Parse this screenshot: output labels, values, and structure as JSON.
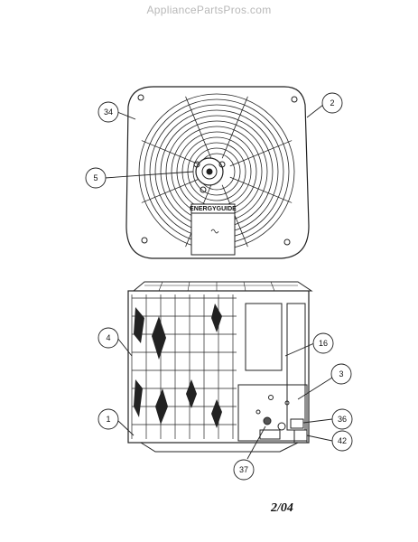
{
  "header": {
    "site": "AppliancePartsPros.com"
  },
  "date_code": "2/04",
  "fan_guard_label": "ENERGYGUIDE",
  "callouts": [
    {
      "id": "34"
    },
    {
      "id": "2"
    },
    {
      "id": "5"
    },
    {
      "id": "4"
    },
    {
      "id": "16"
    },
    {
      "id": "3"
    },
    {
      "id": "1"
    },
    {
      "id": "36"
    },
    {
      "id": "42"
    },
    {
      "id": "37"
    }
  ],
  "colors": {
    "line": "#222222",
    "background": "#ffffff",
    "header_text": "#b8b8b8"
  }
}
